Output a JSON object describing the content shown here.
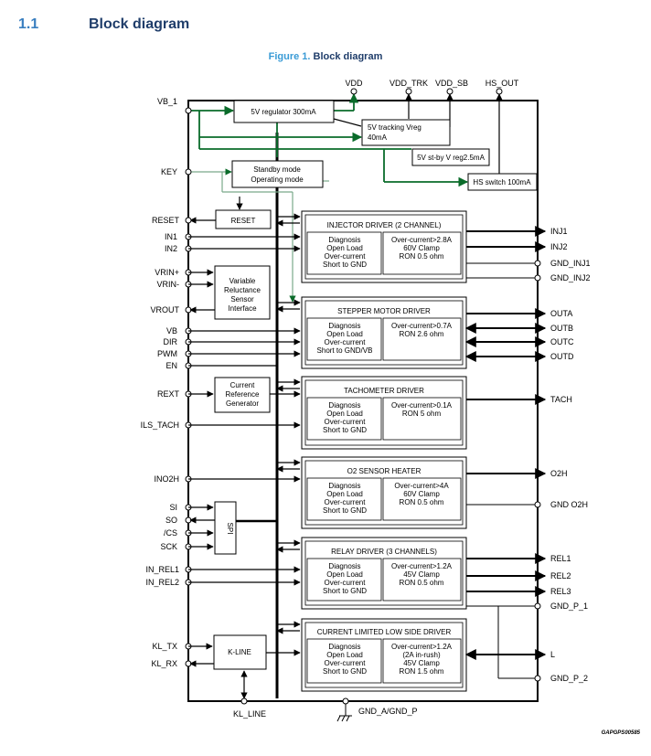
{
  "section": {
    "number": "1.1",
    "title": "Block diagram"
  },
  "figure": {
    "number": "Figure 1.",
    "title": "Block diagram"
  },
  "code": "GAPGPS00585",
  "supply_pins": {
    "vdd": "VDD",
    "vdd_trk": "VDD_TRK",
    "vdd_sb": "VDD_SB",
    "hs_out": "HS_OUT"
  },
  "left_pins": {
    "vb1": "VB_1",
    "key": "KEY",
    "reset": "RESET",
    "in1": "IN1",
    "in2": "IN2",
    "vrin_p": "VRIN+",
    "vrin_m": "VRIN-",
    "vrout": "VROUT",
    "vb": "VB",
    "dir": "DIR",
    "pwm": "PWM",
    "en": "EN",
    "rext": "REXT",
    "ils_tach": "ILS_TACH",
    "ino2h": "INO2H",
    "si": "SI",
    "so": "SO",
    "cs": "/CS",
    "sck": "SCK",
    "in_rel1": "IN_REL1",
    "in_rel2": "IN_REL2",
    "kl_tx": "KL_TX",
    "kl_rx": "KL_RX"
  },
  "bottom_pins": {
    "kl_line": "KL_LINE",
    "gnd": "GND_A/GND_P"
  },
  "right_pins": {
    "inj1": "INJ1",
    "inj2": "INJ2",
    "gnd_inj1": "GND_INJ1",
    "gnd_inj2": "GND_INJ2",
    "outa": "OUTA",
    "outb": "OUTB",
    "outc": "OUTC",
    "outd": "OUTD",
    "tach": "TACH",
    "o2h": "O2H",
    "gnd_o2h": "GND O2H",
    "rel1": "REL1",
    "rel2": "REL2",
    "rel3": "REL3",
    "gnd_p1": "GND_P_1",
    "l": "L",
    "gnd_p2": "GND_P_2"
  },
  "supply_blocks": {
    "reg5v": "5V regulator 300mA",
    "trk_line1": "5V tracking Vreg",
    "trk_line2": "40mA",
    "sb": "5V st-by V reg2.5mA",
    "hs": "HS switch 100mA",
    "mode_line1": "Standby mode",
    "mode_line2": "Operating mode",
    "reset": "RESET"
  },
  "interface_blocks": {
    "vr_lines": [
      "Variable",
      "Reluctance",
      "Sensor",
      "Interface"
    ],
    "cur_lines": [
      "Current",
      "Reference",
      "Generator"
    ],
    "spi": "SPI",
    "kline": "K-LINE"
  },
  "drivers": {
    "injector": {
      "title": "INJECTOR DRIVER (2 CHANNEL)",
      "diag": [
        "Diagnosis",
        "Open Load",
        "Over-current",
        "Short to GND"
      ],
      "spec": [
        "Over-current>2.8A",
        "60V Clamp",
        "RON 0.5 ohm"
      ]
    },
    "stepper": {
      "title": "STEPPER MOTOR DRIVER",
      "diag": [
        "Diagnosis",
        "Open Load",
        "Over-current",
        "Short to GND/VB"
      ],
      "spec": [
        "Over-current>0.7A",
        "RON 2.6 ohm"
      ]
    },
    "tacho": {
      "title": "TACHOMETER DRIVER",
      "diag": [
        "Diagnosis",
        "Open Load",
        "Over-current",
        "Short to GND"
      ],
      "spec": [
        "Over-current>0.1A",
        "RON 5 ohm"
      ]
    },
    "o2": {
      "title": "O2 SENSOR HEATER",
      "diag": [
        "Diagnosis",
        "Open Load",
        "Over-current",
        "Short to GND"
      ],
      "spec": [
        "Over-current>4A",
        "60V Clamp",
        "RON 0.5 ohm"
      ]
    },
    "relay": {
      "title": "RELAY DRIVER (3 CHANNELS)",
      "diag": [
        "Diagnosis",
        "Open Load",
        "Over-current",
        "Short to GND"
      ],
      "spec": [
        "Over-current>1.2A",
        "45V Clamp",
        "RON 0.5 ohm"
      ]
    },
    "lowside": {
      "title": "CURRENT LIMITED LOW SIDE DRIVER",
      "diag": [
        "Diagnosis",
        "Open Load",
        "Over-current",
        "Short to GND"
      ],
      "spec": [
        "Over-current>1.2A",
        "(2A in-rush)",
        "45V Clamp",
        "RON 1.5 ohm"
      ]
    }
  },
  "colors": {
    "wire": "#000000",
    "supply": "#0a6b2a",
    "ctrl": "#7aa98a",
    "section": "#3a7fc0",
    "title": "#1f3d6a"
  }
}
